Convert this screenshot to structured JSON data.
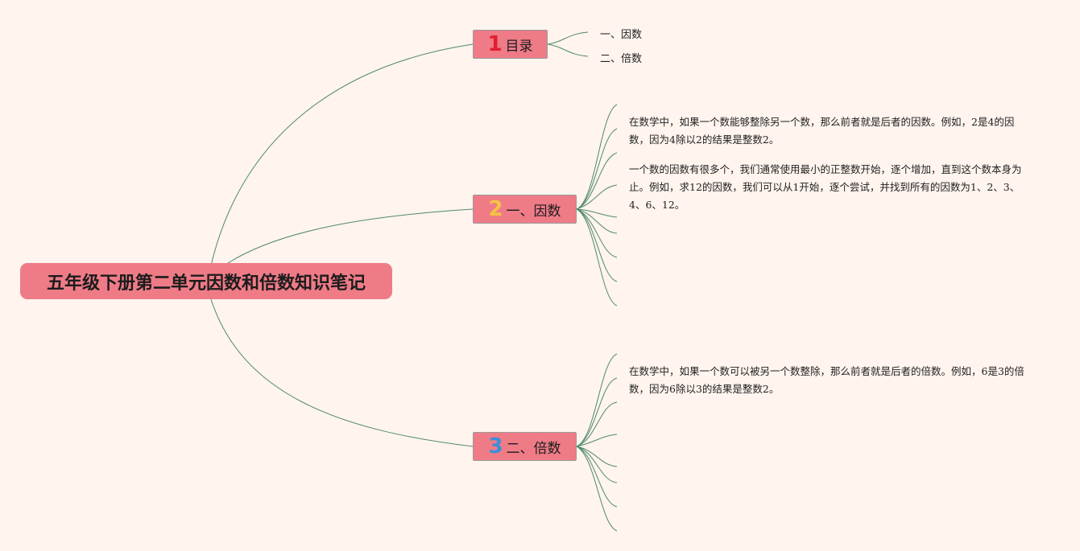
{
  "root": {
    "title": "五年级下册第二单元因数和倍数知识笔记"
  },
  "branches": [
    {
      "number": "1",
      "number_color": "#e0202e",
      "label": "目录",
      "children": [
        "一、因数",
        "二、倍数"
      ]
    },
    {
      "number": "2",
      "number_color": "#f5c342",
      "label": "一、因数",
      "notes": [
        "在数学中，如果一个数能够整除另一个数，那么前者就是后者的因数。例如，2是4的因数，因为4除以2的结果是整数2。",
        "一个数的因数有很多个，我们通常使用最小的正整数开始，逐个增加，直到这个数本身为止。例如，求12的因数，我们可以从1开始，逐个尝试，并找到所有的因数为1、2、3、4、6、12。"
      ]
    },
    {
      "number": "3",
      "number_color": "#3a8fd9",
      "label": "二、倍数",
      "notes": [
        "在数学中，如果一个数可以被另一个数整除，那么前者就是后者的倍数。例如，6是3的倍数，因为6除以3的结果是整数2。"
      ]
    }
  ],
  "colors": {
    "background": "#fff4ee",
    "node_fill": "#ef7b87",
    "connector": "#4f8a6a"
  }
}
